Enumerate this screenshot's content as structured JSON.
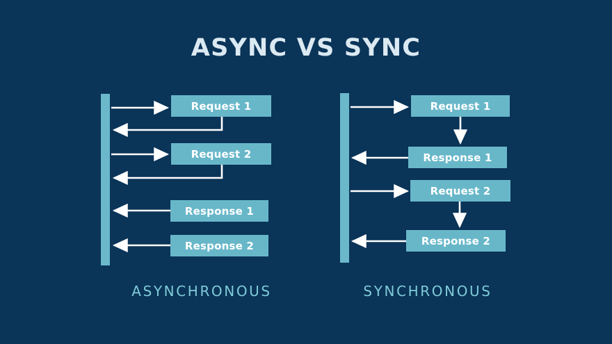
{
  "page": {
    "background_color": "#0a3458",
    "accent_color": "#68b7c9",
    "caption_color": "#7fcbd8",
    "title_color": "#dbe9f2",
    "arrow_color": "#ffffff"
  },
  "header": {
    "title": "ASYNC VS SYNC"
  },
  "diagrams": [
    {
      "id": "asynchronous",
      "caption": "ASYNCHRONOUS",
      "boxes": [
        {
          "label": "Request 1"
        },
        {
          "label": "Request 2"
        },
        {
          "label": "Response 1"
        },
        {
          "label": "Response 2"
        }
      ]
    },
    {
      "id": "synchronous",
      "caption": "SYNCHRONOUS",
      "boxes": [
        {
          "label": "Request 1"
        },
        {
          "label": "Response 1"
        },
        {
          "label": "Request 2"
        },
        {
          "label": "Response 2"
        }
      ]
    }
  ]
}
